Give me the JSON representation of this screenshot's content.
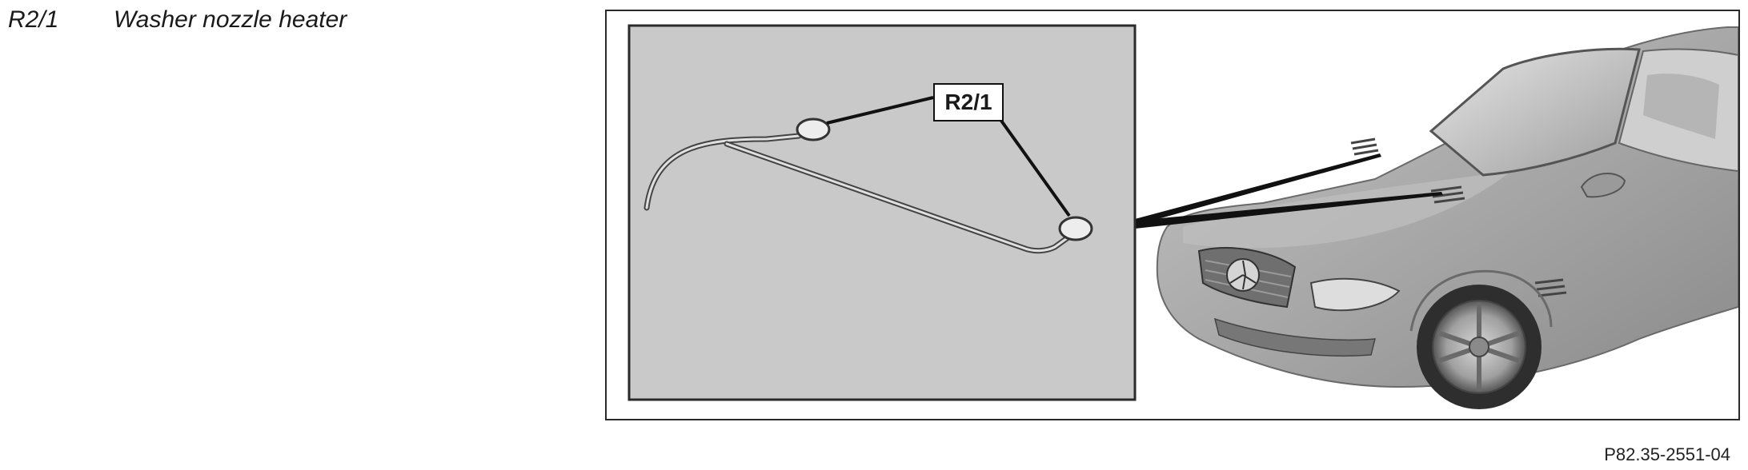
{
  "legend": {
    "code": "R2/1",
    "description": "Washer nozzle heater"
  },
  "figure": {
    "callout_label": "R2/1",
    "reference": "P82.35-2551-04"
  },
  "colors": {
    "inset_background": "#c9c9c9",
    "car_body": "#a9a9a9",
    "outline": "#2a2a2a"
  },
  "icons": {
    "vehicle": "car-illustration",
    "component": "heater-hose-illustration"
  }
}
